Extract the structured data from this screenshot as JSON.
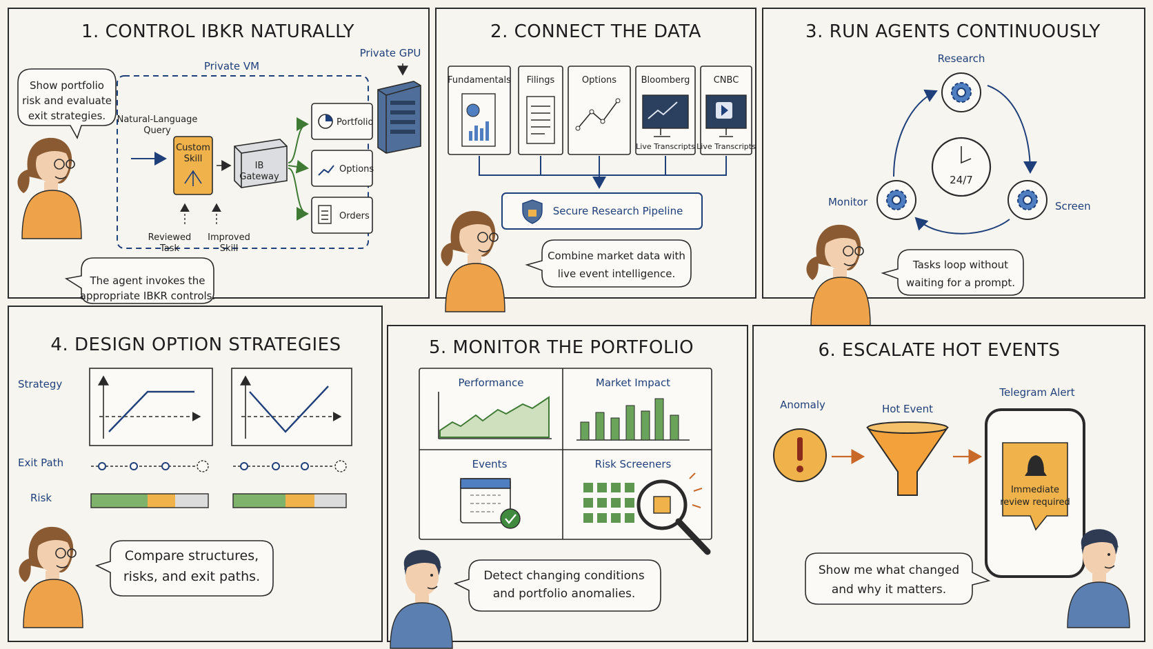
{
  "panels": {
    "p1": {
      "title": "1. CONTROL IBKR NATURALLY",
      "speech_lines": [
        "Show portfolio",
        "risk and evaluate",
        "exit strategies."
      ],
      "vm_label": "Private VM",
      "gpu_label": "Private GPU",
      "nl_query_lines": [
        "Natural-Language",
        "Query"
      ],
      "skill_lines": [
        "Custom",
        "Skill"
      ],
      "gateway_lines": [
        "IB",
        "Gateway"
      ],
      "outputs": [
        "Portfolio",
        "Options",
        "Orders"
      ],
      "reviewed_lines": [
        "Reviewed",
        "Task"
      ],
      "improved_lines": [
        "Improved",
        "Skill"
      ],
      "bottom_lines": [
        "The agent invokes the",
        "appropriate IBKR controls."
      ]
    },
    "p2": {
      "title": "2. CONNECT THE DATA",
      "sources": [
        {
          "label": "Fundamentals",
          "sub": ""
        },
        {
          "label": "Filings",
          "sub": ""
        },
        {
          "label": "Options",
          "sub": ""
        },
        {
          "label": "Bloomberg",
          "sub": "Live Transcripts"
        },
        {
          "label": "CNBC",
          "sub": "Live Transcripts"
        }
      ],
      "pipeline": "Secure Research Pipeline",
      "speech_lines": [
        "Combine market data with",
        "live event intelligence."
      ]
    },
    "p3": {
      "title": "3. RUN AGENTS CONTINUOUSLY",
      "research": "Research",
      "monitor": "Monitor",
      "screen": "Screen",
      "clock": "24/7",
      "speech_lines": [
        "Tasks loop without",
        "waiting for a prompt."
      ]
    },
    "p4": {
      "title": "4. DESIGN OPTION STRATEGIES",
      "strategy": "Strategy",
      "exit_path": "Exit Path",
      "risk": "Risk",
      "speech_lines": [
        "Compare structures,",
        "risks, and exit paths."
      ]
    },
    "p5": {
      "title": "5. MONITOR THE PORTFOLIO",
      "performance": "Performance",
      "market_impact": "Market Impact",
      "events": "Events",
      "risk_screeners": "Risk Screeners",
      "speech_lines": [
        "Detect changing conditions",
        "and portfolio anomalies."
      ]
    },
    "p6": {
      "title": "6. ESCALATE HOT EVENTS",
      "anomaly": "Anomaly",
      "hot_event": "Hot Event",
      "telegram": "Telegram Alert",
      "alert_lines": [
        "Immediate",
        "review required"
      ],
      "speech_lines": [
        "Show me what changed",
        "and why it matters."
      ]
    }
  },
  "colors": {
    "accent_blue": "#1f3f7a",
    "accent_orange": "#f0b24a",
    "accent_green": "#3f7a34",
    "arrow_orange": "#c8692a"
  }
}
